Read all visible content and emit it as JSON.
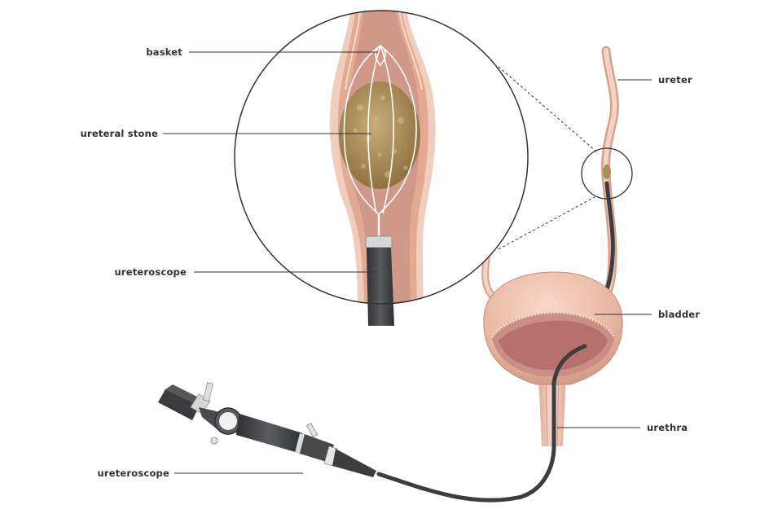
{
  "labels": {
    "basket": "basket",
    "ureteral_stone": "ureteral stone",
    "ureteroscope_zoom": "ureteroscope",
    "ureter": "ureter",
    "bladder": "bladder",
    "urethra": "urethra",
    "ureteroscope_device": "ureteroscope"
  },
  "colors": {
    "tissue_light": "#f2d0c0",
    "tissue_mid": "#e6b19b",
    "tissue_dark": "#c98e7c",
    "lumen": "#cd9688",
    "stone": "#a5874f",
    "scope": "#3c3d40",
    "line": "#2d3138"
  }
}
